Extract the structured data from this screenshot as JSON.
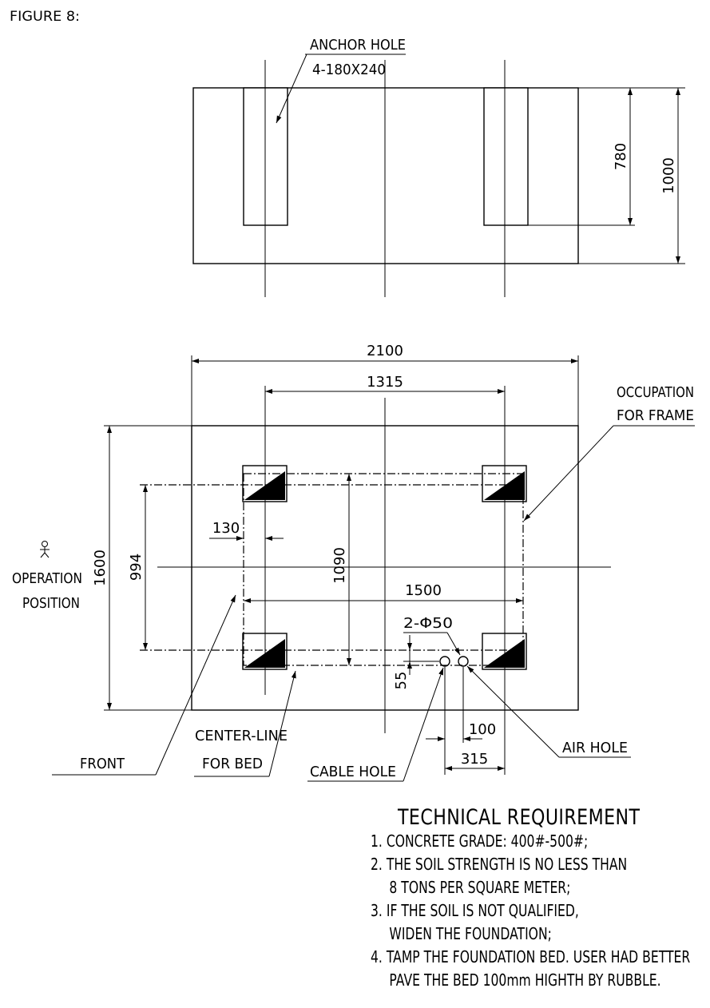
{
  "figure_label": "FIGURE 8:",
  "top_view": {
    "anchor_hole_label": "ANCHOR HOLE",
    "anchor_hole_spec": "4-180X240",
    "dim_780": "780",
    "dim_1000": "1000"
  },
  "plan_view": {
    "dim_2100": "2100",
    "dim_1315": "1315",
    "dim_1600": "1600",
    "dim_994": "994",
    "dim_1090": "1090",
    "dim_1500": "1500",
    "dim_130": "130",
    "dim_55": "55",
    "dim_100": "100",
    "dim_315": "315",
    "hole_spec": "2-Φ50",
    "occupation_line1": "OCCUPATION",
    "occupation_line2": "FOR FRAME",
    "operation_line1": "OPERATION",
    "operation_line2": "POSITION",
    "front_label": "FRONT",
    "centerline_line1": "CENTER-LINE",
    "centerline_line2": "FOR BED",
    "cable_hole_label": "CABLE HOLE",
    "air_hole_label": "AIR HOLE"
  },
  "requirements": {
    "title": "TECHNICAL REQUIREMENT",
    "item1": "1. CONCRETE GRADE: 400#-500#;",
    "item2_line1": "2. THE SOIL STRENGTH IS NO LESS THAN",
    "item2_line2": "8 TONS PER SQUARE METER;",
    "item3_line1": "3. IF THE SOIL IS NOT QUALIFIED,",
    "item3_line2": "WIDEN THE FOUNDATION;",
    "item4_line1": "4. TAMP THE FOUNDATION BED. USER HAD BETTER",
    "item4_line2": "PAVE THE BED 100mm HIGHTH BY RUBBLE."
  }
}
